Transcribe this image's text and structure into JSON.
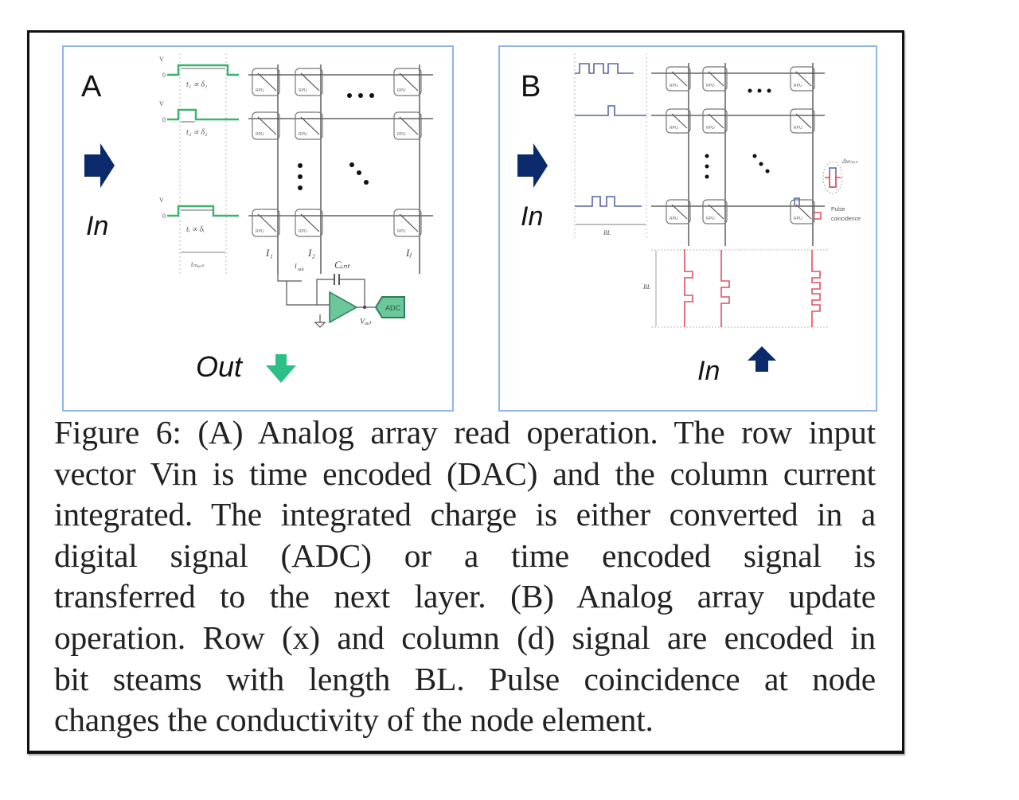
{
  "figure": {
    "panel_a": {
      "label": "A",
      "in_label": "In",
      "out_label": "Out",
      "signal_labels": [
        {
          "v": "V",
          "v_sub": "in",
          "zero": "0",
          "t": "t",
          "t_sub": "1",
          "prop": "∝ δ",
          "prop_sub": "1"
        },
        {
          "v": "V",
          "v_sub": "in",
          "zero": "0",
          "t": "t",
          "t_sub": "2",
          "prop": "∝ δ",
          "prop_sub": "2"
        },
        {
          "v": "V",
          "v_sub": "in",
          "zero": "0",
          "t": "t",
          "t_sub": "i",
          "prop": "∝ δ",
          "prop_sub": "i"
        }
      ],
      "t_meas": "t",
      "t_meas_sub": "meas",
      "cell_label": "RPU",
      "currents": [
        "I",
        "I",
        "I"
      ],
      "current_subs": [
        "1",
        "2",
        "j"
      ],
      "i_out": "I",
      "i_out_sub": "out",
      "c_int": "C",
      "c_int_sub": "int",
      "v_out": "V",
      "v_out_sub": "out",
      "adc_label": "ADC",
      "colors": {
        "signal": "#3cb371",
        "arrow_in": "#0b2a6b",
        "arrow_out": "#2ebf86",
        "amp": "#6cc79a"
      }
    },
    "panel_b": {
      "label": "B",
      "in_left_label": "In",
      "in_bottom_label": "In",
      "bl_label": "BL",
      "bl_label_vertical": "BL",
      "cell_label": "RPU",
      "delta_w": "Δw",
      "delta_w_sub": "min",
      "pulse_label_1": "Pulse",
      "pulse_label_2": "coincidence",
      "colors": {
        "row_signal": "#5566aa",
        "col_signal": "#e05060",
        "arrow": "#0b2a6b"
      }
    }
  },
  "caption": {
    "lines": [
      "Figure 6:  (A) Analog array read operation. The row input",
      "vector Vin is time encoded (DAC) and the column current",
      "integrated. The integrated charge is either converted in a",
      "digital  signal  (ADC)  or  a  time  encoded  signal  is",
      "transferred  to  the  next  layer.  (B)  Analog  array  update",
      "operation. Row (x) and column (d) signal are encoded in",
      "bit  steams  with  length  BL.  Pulse  coincidence  at  node",
      "changes the conductivity of the node element."
    ]
  }
}
